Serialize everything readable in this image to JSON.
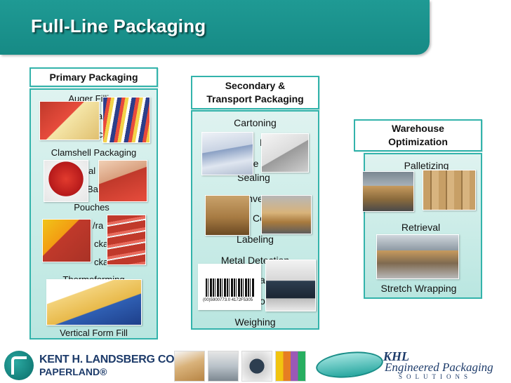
{
  "header": {
    "title": "Full-Line Packaging"
  },
  "primary": {
    "title": "Primary Packaging",
    "items": {
      "auger_filling": "Auger Filling",
      "clamshell": "Clamshell Packaging",
      "pouches": "Pouches",
      "thermoforming": "Thermoforming",
      "vertical_form_fill": "Vertical Form Fill"
    },
    "fragments": {
      "f1": "a",
      "f2": "c",
      "f3": "al",
      "f4": "Ba",
      "f5": "/ra",
      "f6": "cka",
      "f7": "cka"
    }
  },
  "secondary": {
    "title_line1": "Secondary &",
    "title_line2": "Transport Packaging",
    "items": {
      "cartoning": "Cartoning",
      "sealing": "Sealing",
      "labeling": "Labeling",
      "metal_detection": "Metal Detection",
      "weighing": "Weighing"
    },
    "fragments": {
      "f1": "F",
      "f2": "re",
      "f3": "Conveyin",
      "f4": "Co",
      "f5": "a",
      "f6": "o"
    },
    "barcode_text": "(00)5900773.0 4172F5305"
  },
  "warehouse": {
    "title_line1": "Warehouse",
    "title_line2": "Optimization",
    "items": {
      "palletizing": "Palletizing",
      "retrieval": "Retrieval",
      "stretch_wrapping": "Stretch Wrapping"
    },
    "fragments": {
      "f1": "o",
      "f2": "ck"
    }
  },
  "footer": {
    "left_logo_name": "KENT H. LANDSBERG CO.",
    "left_logo_sub": "PAPERLAND®",
    "right_logo_khl": "KHL",
    "right_logo_name": "Engineered Packaging",
    "right_logo_sub": "SOLUTIONS"
  },
  "colors": {
    "teal": "#1f9a94",
    "border": "#33b3ab",
    "navy": "#1d3b6a"
  }
}
